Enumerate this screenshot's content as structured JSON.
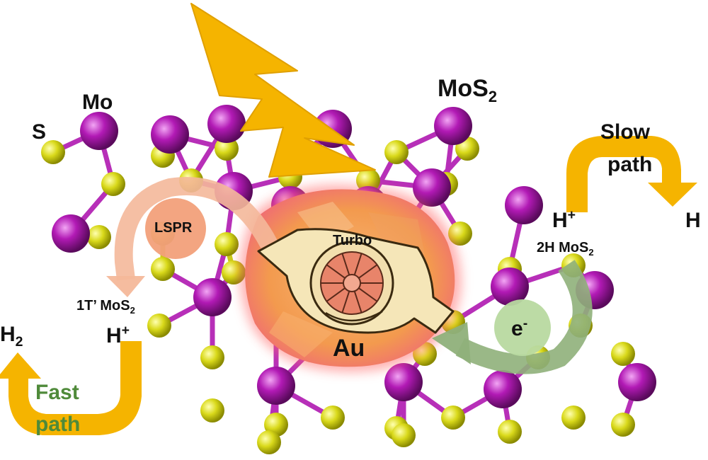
{
  "labels": {
    "s": "S",
    "mo": "Mo",
    "mos2_main": "MoS",
    "mos2_main_sub": "2",
    "slow_path_line1": "Slow",
    "slow_path_line2": "path",
    "h_plus": "H",
    "plus": "+",
    "h_right": "H",
    "mos2_2h": "2H MoS",
    "mos2_2h_sub": "2",
    "mos2_1t": "1T’ MoS",
    "mos2_1t_sub": "2",
    "lspr": "LSPR",
    "turbo": "Turbo",
    "au": "Au",
    "electron": "e",
    "minus": "-",
    "h2": "H",
    "h2_sub": "2",
    "fast_path_line1": "Fast",
    "fast_path_line2": "path"
  },
  "colors": {
    "molybdenum": "#b21ab5",
    "sulfur": "#d9d91a",
    "bond_purple": "#b72fb8",
    "bond_yellow": "#c9c91a",
    "lightning": "#f5b400",
    "path_arrow": "#f5b400",
    "au_glow": "#f4a060",
    "lspr_bubble": "#f2a07a",
    "electron_arrow": "#8fb07a",
    "electron_bubble": "#b8d9a0",
    "fast_path_text": "#4f8a3a"
  },
  "icons": [
    "lightning-bolt-icon",
    "turbo-icon",
    "slow-path-arrow-icon",
    "fast-path-arrow-icon",
    "lspr-arrow-icon",
    "electron-arrow-icon"
  ]
}
